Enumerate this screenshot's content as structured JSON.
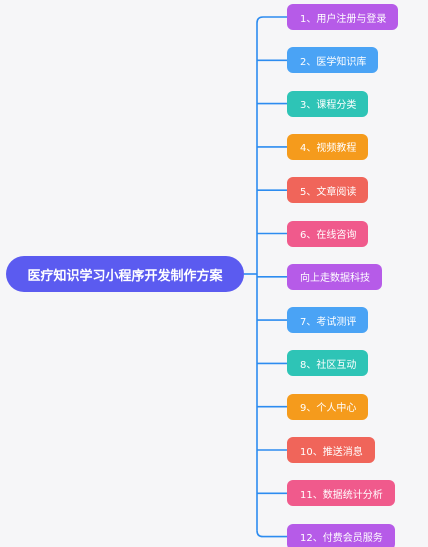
{
  "colors": {
    "connector": "#2d8cf0",
    "root": "#5b5bf0"
  },
  "root": {
    "label": "医疗知识学习小程序开发制作方案"
  },
  "children": [
    {
      "label": "1、用户注册与登录",
      "color": "#b65be8"
    },
    {
      "label": "2、医学知识库",
      "color": "#4aa3f5"
    },
    {
      "label": "3、课程分类",
      "color": "#2ec4b6"
    },
    {
      "label": "4、视频教程",
      "color": "#f59b1c"
    },
    {
      "label": "5、文章阅读",
      "color": "#f0655a"
    },
    {
      "label": "6、在线咨询",
      "color": "#f05a8c"
    },
    {
      "label": "向上走数据科技",
      "color": "#b65be8"
    },
    {
      "label": "7、考试测评",
      "color": "#4aa3f5"
    },
    {
      "label": "8、社区互动",
      "color": "#2ec4b6"
    },
    {
      "label": "9、个人中心",
      "color": "#f59b1c"
    },
    {
      "label": "10、推送消息",
      "color": "#f0655a"
    },
    {
      "label": "11、数据统计分析",
      "color": "#f05a8c"
    },
    {
      "label": "12、付费会员服务",
      "color": "#b65be8"
    }
  ]
}
